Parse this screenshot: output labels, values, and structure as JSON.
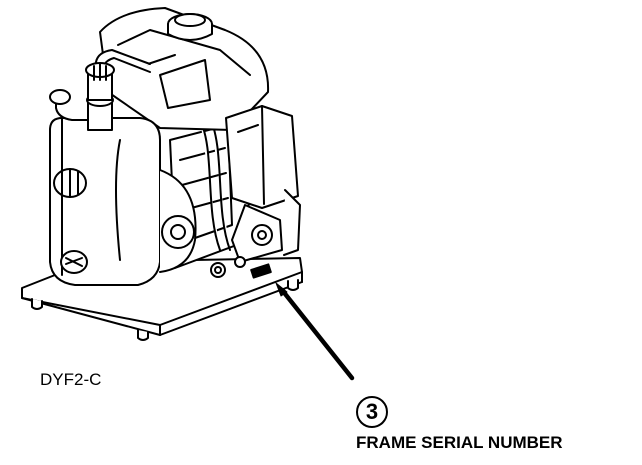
{
  "model": "DYF2-C",
  "callout": {
    "number": "3",
    "label": "FRAME SERIAL NUMBER"
  }
}
